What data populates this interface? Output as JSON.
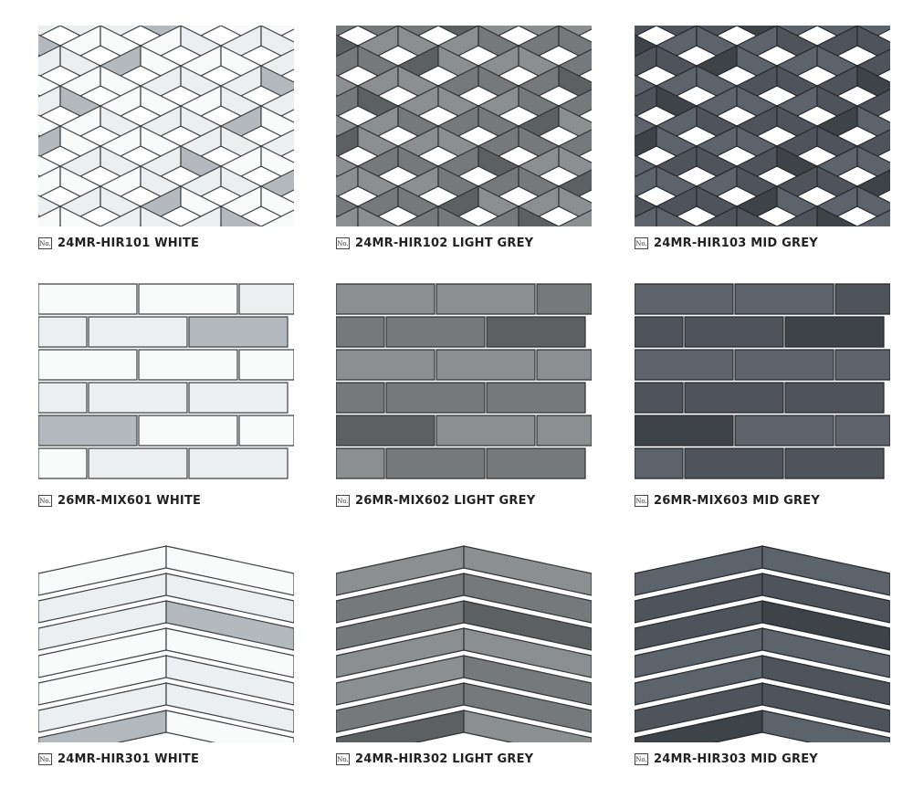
{
  "products": [
    {
      "no_label": "No.",
      "code": "24MR-HIR101 WHITE",
      "pattern": "herringbone",
      "color": "white"
    },
    {
      "no_label": "No.",
      "code": "24MR-HIR102 LIGHT GREY",
      "pattern": "herringbone",
      "color": "light-grey"
    },
    {
      "no_label": "No.",
      "code": "24MR-HIR103 MID GREY",
      "pattern": "herringbone",
      "color": "mid-grey"
    },
    {
      "no_label": "No.",
      "code": "26MR-MIX601 WHITE",
      "pattern": "subway",
      "color": "white"
    },
    {
      "no_label": "No.",
      "code": "26MR-MIX602  LIGHT GREY",
      "pattern": "subway",
      "color": "light-grey"
    },
    {
      "no_label": "No.",
      "code": "26MR-MIX603 MID GREY",
      "pattern": "subway",
      "color": "mid-grey"
    },
    {
      "no_label": "No.",
      "code": "24MR-HIR301 WHITE",
      "pattern": "chevron",
      "color": "white"
    },
    {
      "no_label": "No.",
      "code": "24MR-HIR302 LIGHT GREY",
      "pattern": "chevron",
      "color": "light-grey"
    },
    {
      "no_label": "No.",
      "code": "24MR-HIR303 MID GREY",
      "pattern": "chevron",
      "color": "mid-grey"
    }
  ],
  "palettes": {
    "white": {
      "base": "#eceff0",
      "alt": "#f9fafa",
      "accent": "#b3b9bc",
      "edge": "#3d4144"
    },
    "light-grey": {
      "base": "#75797a",
      "alt": "#8b8f90",
      "accent": "#5c6061",
      "edge": "#2f3233"
    },
    "mid-grey": {
      "base": "#4f545a",
      "alt": "#5d636a",
      "accent": "#3e4348",
      "edge": "#25282c"
    }
  }
}
